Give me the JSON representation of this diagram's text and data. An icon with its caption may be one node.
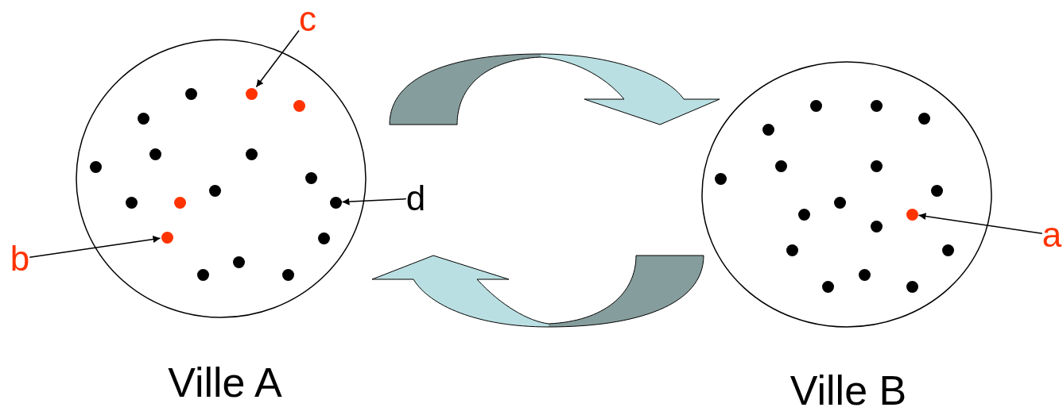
{
  "diagram": {
    "nodes": [
      {
        "text": [
          "Ville A"
        ]
      },
      {
        "text": [],
        "shape": "circle",
        "in": 0
      },
      {
        "text": [],
        "shape": "circle",
        "in": 0
      },
      {
        "text": [],
        "shape": "circle",
        "in": 0
      },
      {
        "text": [],
        "shape": "circle",
        "in": 0
      },
      {
        "text": [],
        "shape": "circle",
        "in": 0
      },
      {
        "text": [],
        "shape": "circle",
        "in": 0
      },
      {
        "text": [],
        "shape": "circle",
        "in": 0
      },
      {
        "text": [],
        "shape": "circle",
        "in": 0
      },
      {
        "text": [],
        "shape": "circle",
        "in": 0
      },
      {
        "text": [],
        "shape": "circle",
        "in": 0
      },
      {
        "text": [],
        "shape": "circle",
        "in": 0
      },
      {
        "text": [],
        "shape": "circle",
        "in": 0
      },
      {
        "text": [],
        "shape": "circle",
        "in": 0
      },
      {
        "text": [],
        "shape": "circle",
        "in": 0
      },
      {
        "text": [],
        "shape": "circle",
        "in": 0
      },
      {
        "text": [],
        "shape": "circle",
        "in": 0
      },
      {
        "text": [],
        "shape": "circle",
        "in": 0
      },
      {
        "text": [
          "Ville B"
        ]
      },
      {
        "text": [],
        "shape": "circle",
        "in": 18
      },
      {
        "text": [],
        "shape": "circle",
        "in": 18
      },
      {
        "text": [],
        "shape": "circle",
        "in": 18
      },
      {
        "text": [],
        "shape": "circle",
        "in": 18
      },
      {
        "text": [],
        "shape": "circle",
        "in": 18
      },
      {
        "text": [],
        "shape": "circle",
        "in": 18
      },
      {
        "text": [],
        "shape": "circle",
        "in": 18
      },
      {
        "text": [],
        "shape": "circle",
        "in": 18
      },
      {
        "text": [],
        "shape": "circle",
        "in": 18
      },
      {
        "text": [],
        "shape": "circle",
        "in": 18
      },
      {
        "text": [],
        "shape": "circle",
        "in": 18
      },
      {
        "text": [],
        "shape": "circle",
        "in": 18
      },
      {
        "text": [],
        "shape": "circle",
        "in": 18
      },
      {
        "text": [],
        "shape": "circle",
        "in": 18
      },
      {
        "text": [],
        "shape": "circle",
        "in": 18
      },
      {
        "text": [],
        "shape": "circle",
        "in": 18
      },
      {
        "text": [],
        "shape": "circle",
        "in": 18
      },
      {
        "text": [
          "c"
        ]
      },
      {
        "text": [
          "d"
        ]
      },
      {
        "text": [
          "b"
        ]
      },
      {
        "text": [
          "a"
        ]
      }
    ],
    "edges": [
      {
        "from": 0,
        "to": 18,
        "arrow": "to",
        "style": "thick"
      },
      {
        "from": 18,
        "to": 0,
        "arrow": "to",
        "style": "thick"
      },
      {
        "from": 36,
        "to": 2,
        "arrow": "to"
      },
      {
        "from": 37,
        "to": 12,
        "arrow": "to"
      },
      {
        "from": 38,
        "to": 13,
        "arrow": "to"
      },
      {
        "from": 39,
        "to": 29,
        "arrow": "to"
      }
    ]
  }
}
